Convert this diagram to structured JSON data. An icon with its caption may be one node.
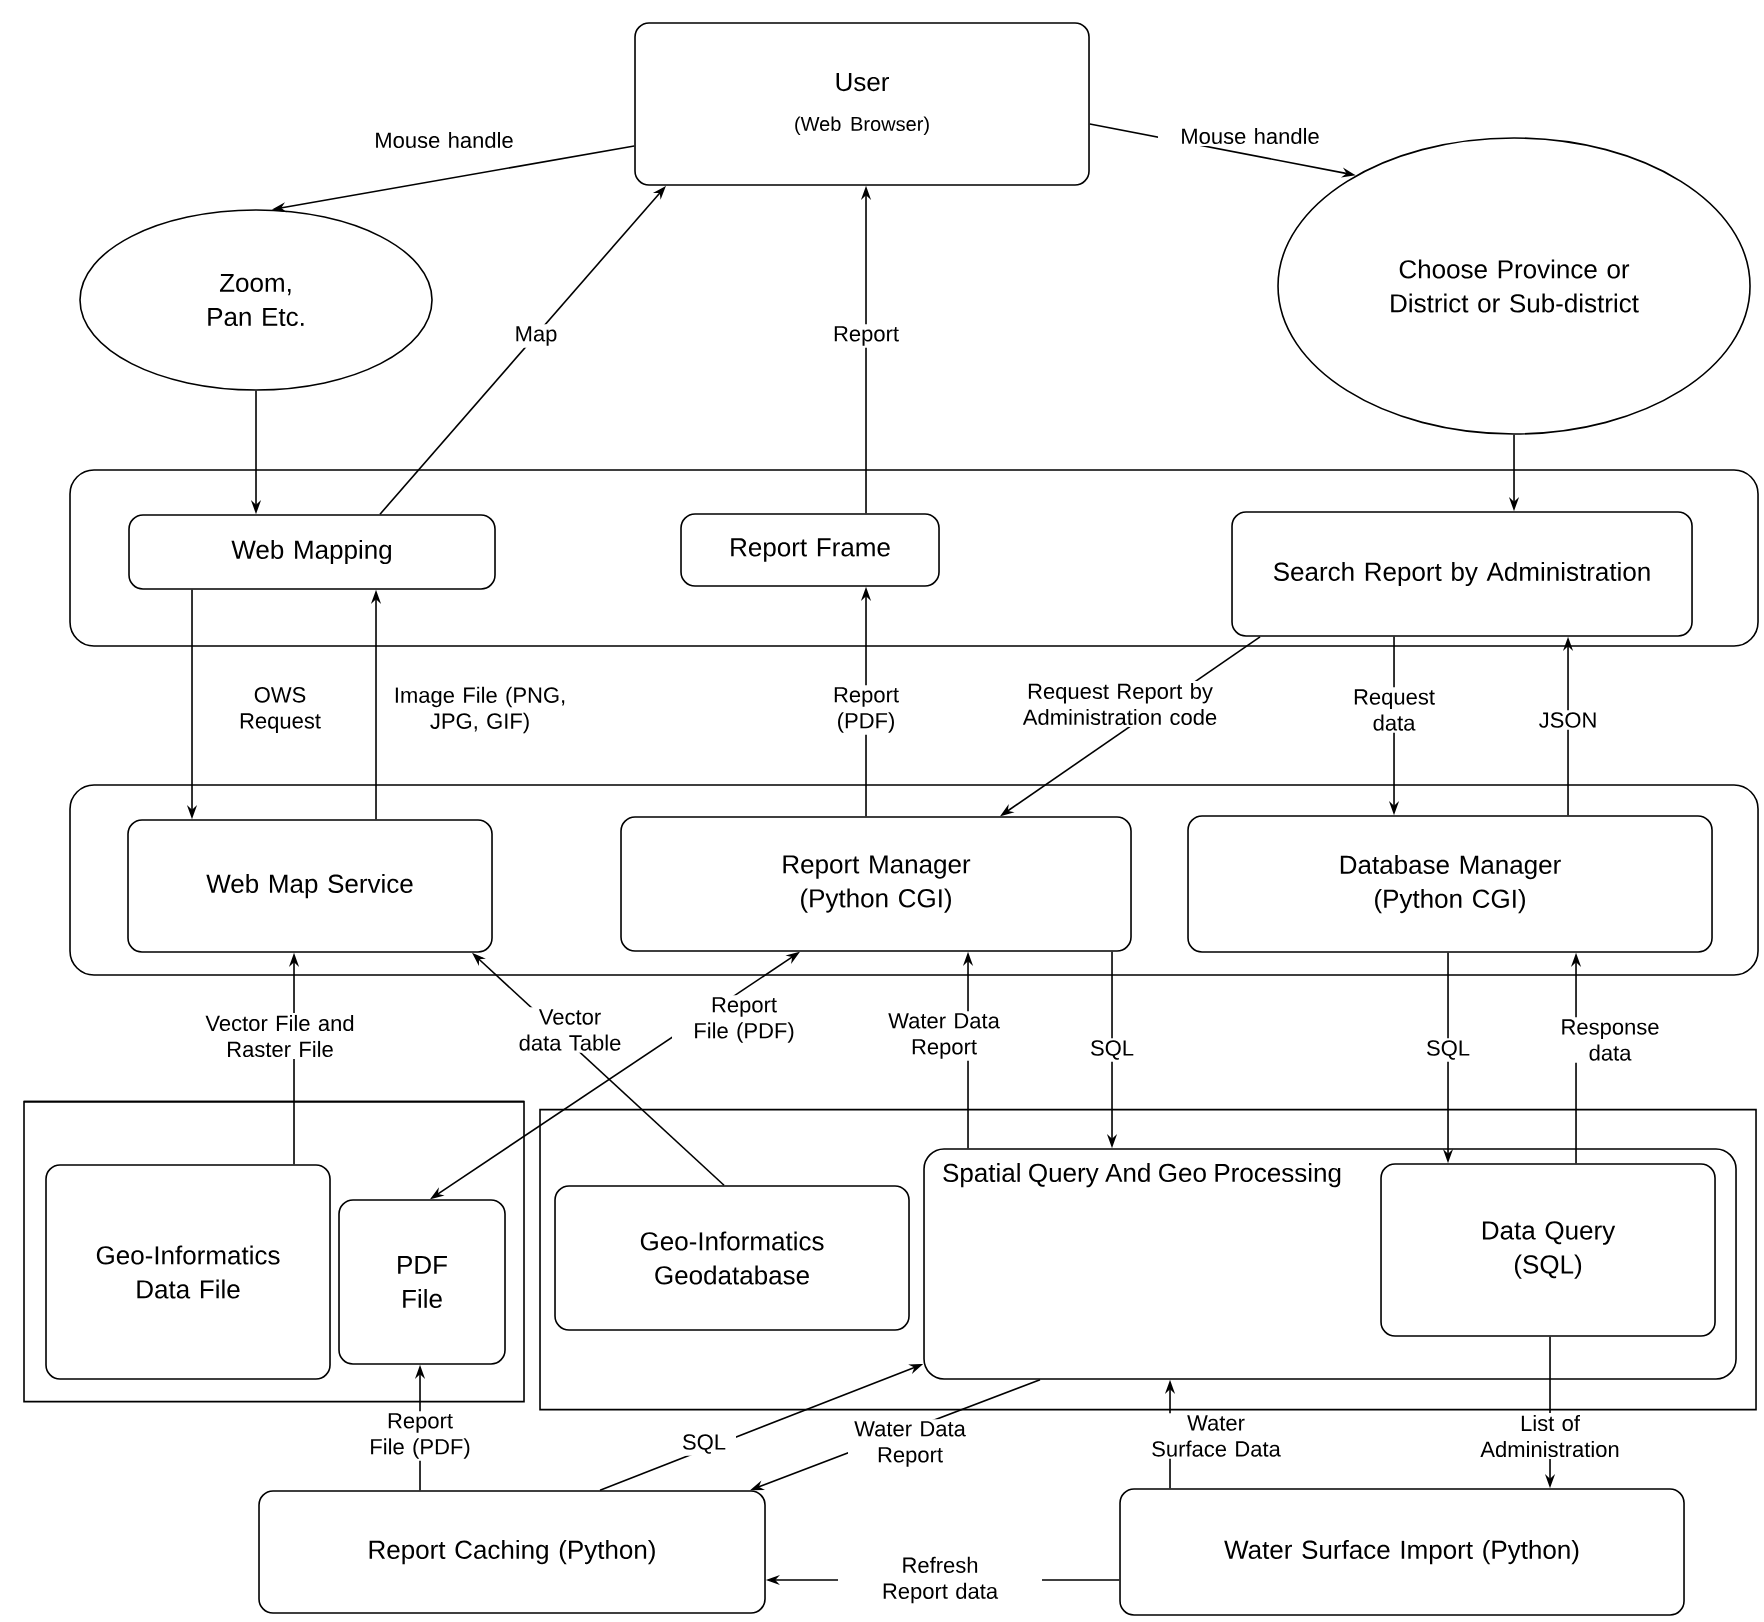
{
  "diagram": {
    "nodes": [
      {
        "text": [
          "User",
          "(Web Browser)"
        ]
      },
      {
        "text": [
          "Zoom, Pan Etc."
        ]
      },
      {
        "text": [
          "Choose Province or District or Sub-district"
        ]
      },
      {
        "text": [],
        "shape": "box"
      },
      {
        "text": [
          "Web Mapping"
        ],
        "in": 3
      },
      {
        "text": [
          "Report Frame"
        ],
        "in": 3
      },
      {
        "text": [
          "Search Report by Administration"
        ],
        "in": 3
      },
      {
        "text": [],
        "shape": "box"
      },
      {
        "text": [
          "Web Map Service"
        ],
        "in": 7
      },
      {
        "text": [
          "Report Manager (Python CGI)"
        ],
        "in": 7
      },
      {
        "text": [
          "Database Manager (Python CGI)"
        ],
        "in": 7
      },
      {
        "text": [],
        "shape": "cylinder"
      },
      {
        "text": [
          "Geo-Informatics Data File"
        ],
        "in": 11
      },
      {
        "text": [
          "PDF File"
        ],
        "in": 11
      },
      {
        "text": [],
        "shape": "cylinder"
      },
      {
        "text": [
          "Geo-Informatics Geodatabase"
        ],
        "in": 14
      },
      {
        "text": [
          "Spatial Query And Geo Processing"
        ],
        "in": 14
      },
      {
        "text": [
          "Data Query (SQL)"
        ],
        "in": 16
      },
      {
        "text": [
          "Report Caching (Python)"
        ]
      },
      {
        "text": [
          "Water Surface Import (Python)"
        ]
      }
    ],
    "edges": [
      {
        "from": 0,
        "to": 1,
        "arrow": "to",
        "label": "Mouse handle"
      },
      {
        "from": 0,
        "to": 2,
        "arrow": "to",
        "label": "Mouse handle"
      },
      {
        "from": 1,
        "to": 4,
        "arrow": "to"
      },
      {
        "from": 4,
        "to": 0,
        "arrow": "to",
        "label": "Map"
      },
      {
        "from": 5,
        "to": 0,
        "arrow": "to",
        "label": "Report"
      },
      {
        "from": 2,
        "to": 6,
        "arrow": "to"
      },
      {
        "from": 4,
        "to": 8,
        "arrow": "to",
        "label": "OWS Request"
      },
      {
        "from": 8,
        "to": 4,
        "arrow": "to",
        "label": "Image File (PNG, JPG, GIF)"
      },
      {
        "from": 9,
        "to": 5,
        "arrow": "to",
        "label": "Report (PDF)"
      },
      {
        "from": 6,
        "to": 9,
        "arrow": "to",
        "label": "Request Report by Administration code"
      },
      {
        "from": 6,
        "to": 10,
        "arrow": "to",
        "label": "Request data"
      },
      {
        "from": 10,
        "to": 6,
        "arrow": "to",
        "label": "JSON"
      },
      {
        "from": 12,
        "to": 8,
        "arrow": "to",
        "label": "Vector File and Raster File"
      },
      {
        "from": 15,
        "to": 8,
        "arrow": "to",
        "label": "Vector data Table"
      },
      {
        "from": 9,
        "to": 13,
        "arrow": "both",
        "label": "Report File (PDF)"
      },
      {
        "from": 16,
        "to": 9,
        "arrow": "to",
        "label": "Water Data Report"
      },
      {
        "from": 9,
        "to": 16,
        "arrow": "to",
        "label": "SQL"
      },
      {
        "from": 10,
        "to": 17,
        "arrow": "to",
        "label": "SQL"
      },
      {
        "from": 17,
        "to": 10,
        "arrow": "to",
        "label": "Response data"
      },
      {
        "from": 18,
        "to": 13,
        "arrow": "to",
        "label": "Report File (PDF)"
      },
      {
        "from": 18,
        "to": 16,
        "arrow": "to",
        "label": "SQL"
      },
      {
        "from": 16,
        "to": 18,
        "arrow": "to",
        "label": "Water Data Report"
      },
      {
        "from": 19,
        "to": 16,
        "arrow": "to",
        "label": "Water Surface Data"
      },
      {
        "from": 17,
        "to": 19,
        "arrow": "to",
        "label": "List of Administration"
      },
      {
        "from": 19,
        "to": 18,
        "arrow": "to",
        "label": "Refresh Report data"
      }
    ]
  }
}
